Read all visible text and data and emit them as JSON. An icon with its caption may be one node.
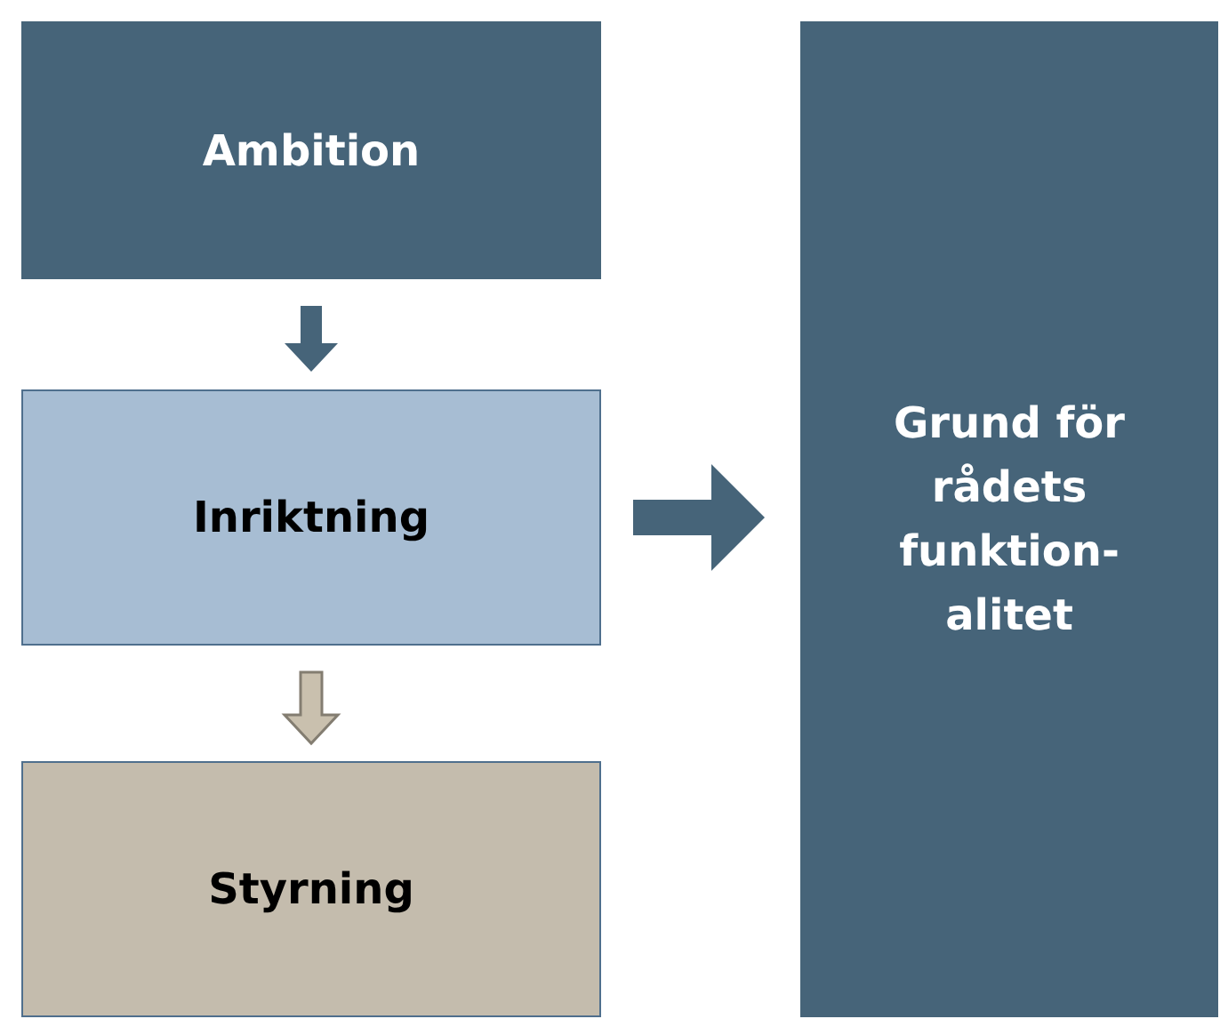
{
  "diagram": {
    "nodes": [
      {
        "text": [
          "Ambition"
        ]
      },
      {
        "text": [
          "Inriktning"
        ]
      },
      {
        "text": [
          "Styrning"
        ]
      },
      {
        "text": [
          "Grund för rådets funktion- alitet"
        ]
      }
    ],
    "edges": [
      {
        "from": 0,
        "to": 1,
        "arrow": "to"
      },
      {
        "from": 1,
        "to": 2,
        "arrow": "to",
        "color": "#c9c0ae"
      },
      {
        "from": 1,
        "to": 3,
        "arrow": "to",
        "style": "thick"
      }
    ]
  }
}
